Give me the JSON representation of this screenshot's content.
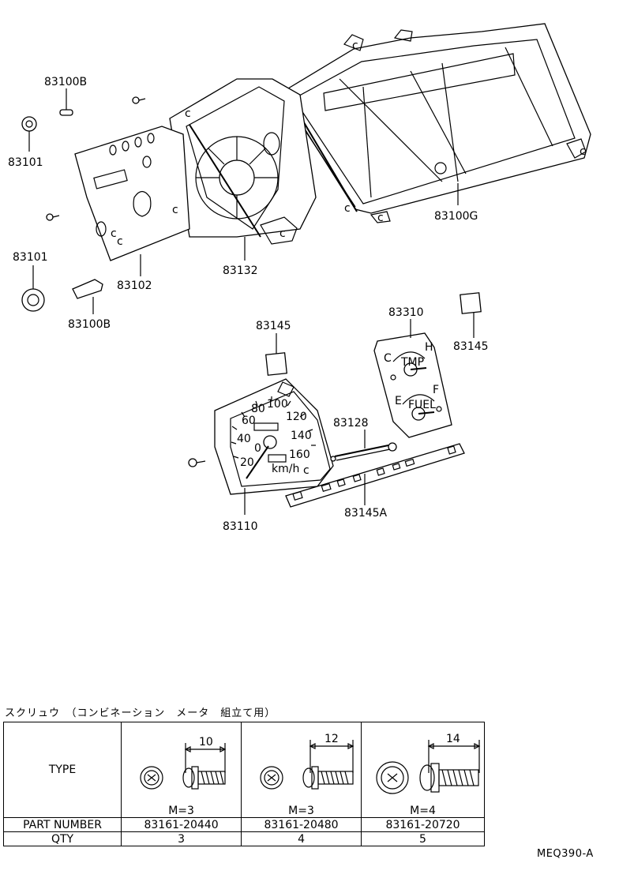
{
  "callouts": {
    "c83100b_top": "83100B",
    "c83101_top": "83101",
    "c83101_mid": "83101",
    "c83100b_bottom": "83100B",
    "c83102": "83102",
    "c83132": "83132",
    "c83100g": "83100G",
    "c83145_left": "83145",
    "c83145_right": "83145",
    "c83310": "83310",
    "c83128": "83128",
    "c83110": "83110",
    "c83145a": "83145A"
  },
  "speedometer": {
    "ticks": [
      "20",
      "40",
      "60",
      "80",
      "100",
      "120",
      "140",
      "160"
    ],
    "zero": "0",
    "unit": "km/h"
  },
  "gauge_cluster": {
    "temp_label": "TMP",
    "temp_high": "H",
    "temp_cold": "C",
    "fuel_label": "FUEL",
    "fuel_full": "F",
    "fuel_empty": "E"
  },
  "screw_table": {
    "caption": "スクリュウ　（コンビネーション　メータ　組立て用）",
    "row_labels": {
      "type": "TYPE",
      "part_number": "PART  NUMBER",
      "qty": "QTY"
    },
    "columns": [
      {
        "length": "10",
        "m": "M=3",
        "part_number": "83161-20440",
        "qty": "3"
      },
      {
        "length": "12",
        "m": "M=3",
        "part_number": "83161-20480",
        "qty": "4"
      },
      {
        "length": "14",
        "m": "M=4",
        "part_number": "83161-20720",
        "qty": "5"
      }
    ]
  },
  "drawing_code": "MEQ390-A"
}
